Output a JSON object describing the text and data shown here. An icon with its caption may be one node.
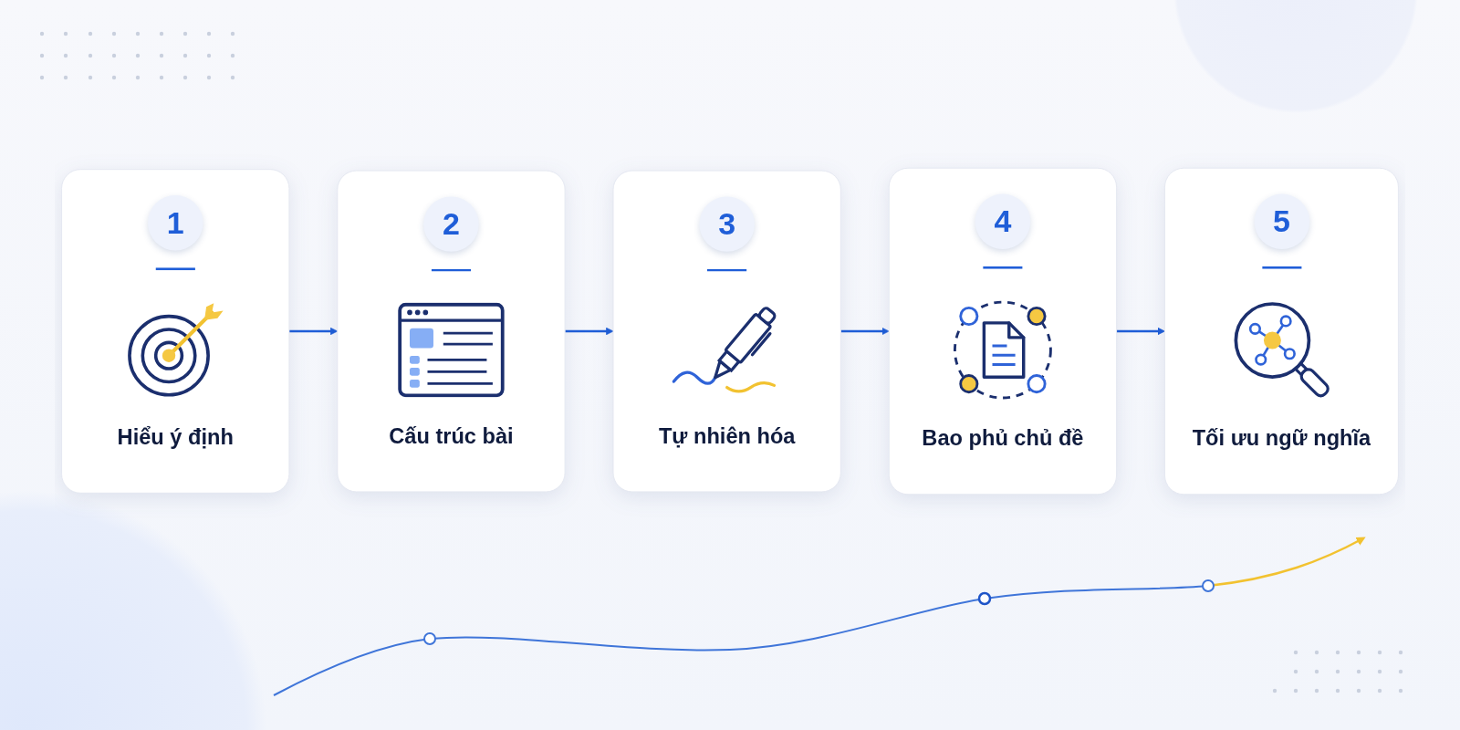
{
  "diagram": {
    "nodes": [
      {
        "text": [
          "1",
          "Hiểu ý định"
        ]
      },
      {
        "text": [
          "2",
          "Cấu trúc bài"
        ]
      },
      {
        "text": [
          "3",
          "Tự nhiên hóa"
        ]
      },
      {
        "text": [
          "4",
          "Bao phủ chủ đề"
        ]
      },
      {
        "text": [
          "5",
          "Tối ưu ngữ nghĩa"
        ]
      }
    ],
    "edges": [
      {
        "from": 0,
        "to": 1,
        "arrow": "to"
      },
      {
        "from": 1,
        "to": 2,
        "arrow": "to"
      },
      {
        "from": 2,
        "to": 3,
        "arrow": "to"
      },
      {
        "from": 3,
        "to": 4,
        "arrow": "to"
      }
    ]
  }
}
